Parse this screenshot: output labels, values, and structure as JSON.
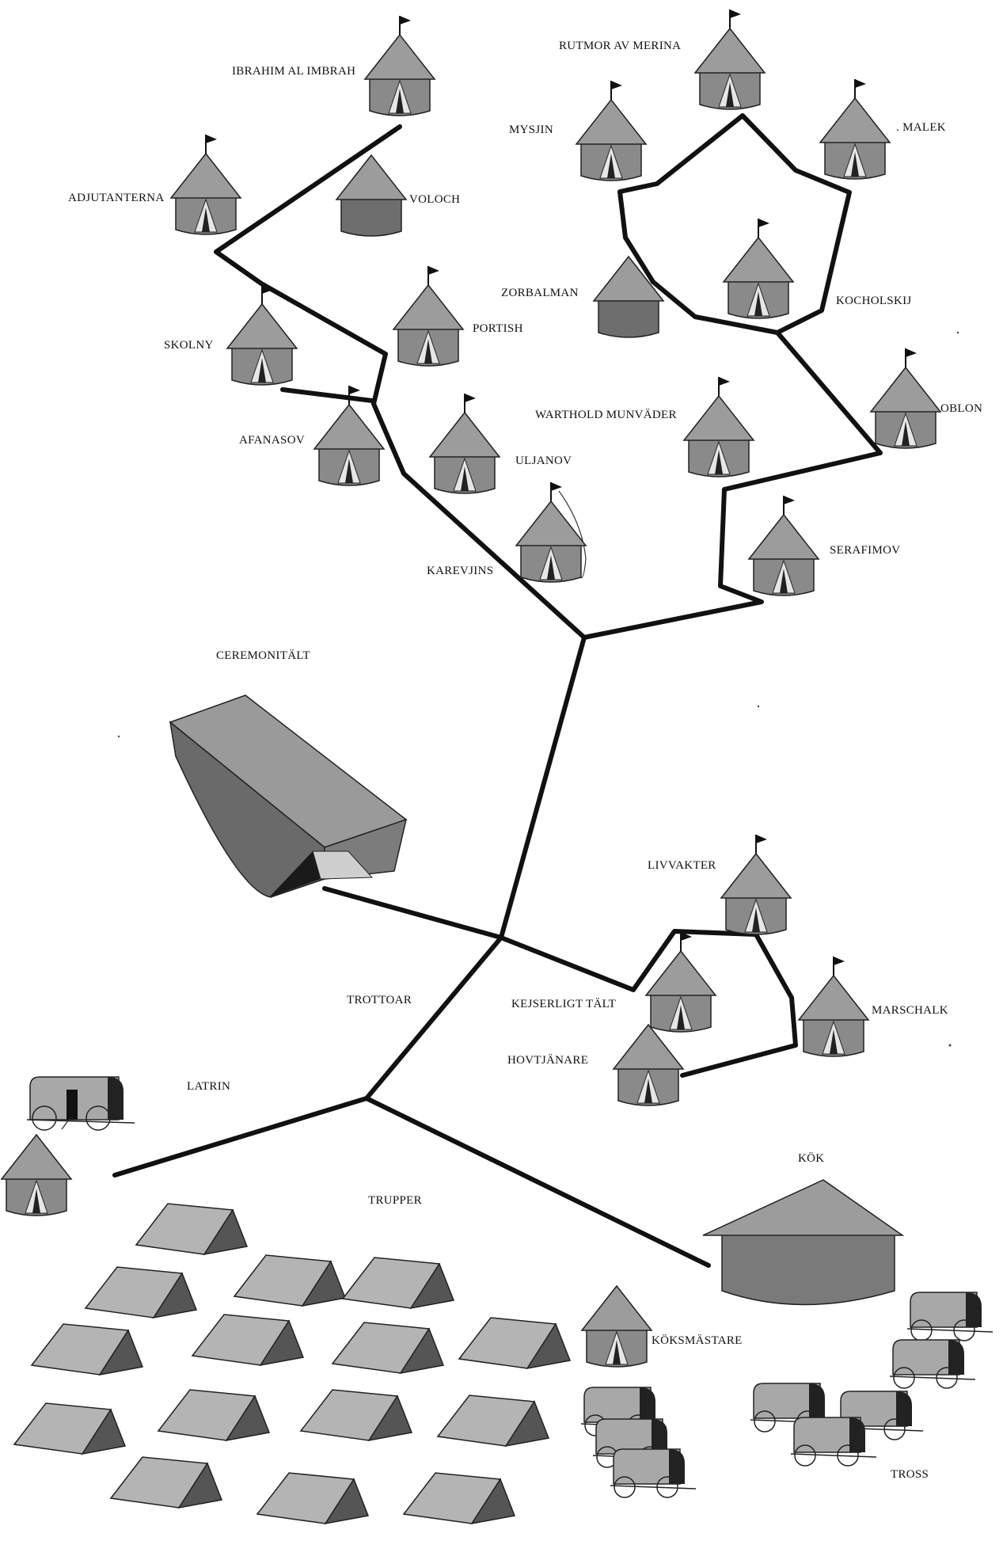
{
  "labels": {
    "ibrahim": "IBRAHIM AL IMBRAH",
    "rutmor": "RUTMOR AV MERINA",
    "mysjin": "MYSJIN",
    "malek": ". MALEK",
    "adjutanterna": "ADJUTANTERNA",
    "voloch": "VOLOCH",
    "zorbalman": "ZORBALMAN",
    "kocholskij": "KOCHOLSKIJ",
    "skolny": "SKOLNY",
    "portish": "PORTISH",
    "oblon": "OBLON",
    "warthold": "WARTHOLD MUNVÄDER",
    "afanasov": "AFANASOV",
    "uljanov": "ULJANOV",
    "serafimov": "SERAFIMOV",
    "karevjins": "KAREVJINS",
    "ceremonitalt": "CEREMONITÄLT",
    "livvakter": "LIVVAKTER",
    "trottoar": "TROTTOAR",
    "kejserligt": "KEJSERLIGT  TÄLT",
    "marschalk": "MARSCHALK",
    "hovtjanare": "HOVTJÄNARE",
    "latrin": "LATRIN",
    "kok": "KÖK",
    "trupper": "TRUPPER",
    "koksmastare": "KÖKSMÄSTARE",
    "tross": "TROSS"
  },
  "colors": {
    "ink": "#111111",
    "tent_fill": "#8a8a8a",
    "tent_roof": "#9c9c9c",
    "tent_dark": "#4a4a4a",
    "troop_light": "#b4b4b4",
    "troop_dark": "#555555",
    "wagon_fill": "#a8a8a8"
  }
}
